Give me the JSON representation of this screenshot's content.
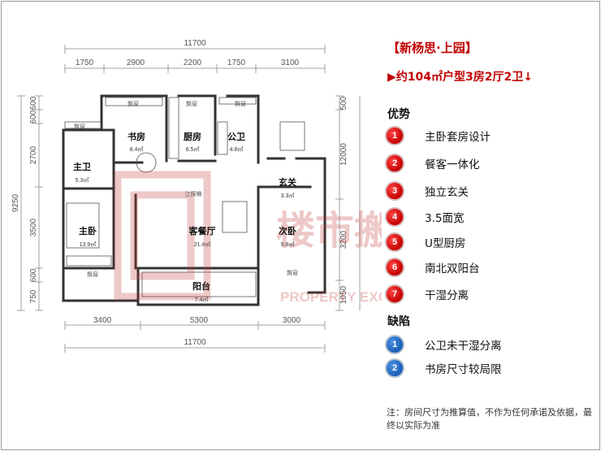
{
  "project_title": "【新杨思·上园】",
  "unit_subtitle": "▶约104㎡户型3房2厅2卫↓",
  "advantages_heading": "优势",
  "advantages": [
    {
      "num": "1",
      "text": "主卧套房设计"
    },
    {
      "num": "2",
      "text": "餐客一体化"
    },
    {
      "num": "3",
      "text": "独立玄关"
    },
    {
      "num": "4",
      "text": "3.5面宽"
    },
    {
      "num": "5",
      "text": "U型厨房"
    },
    {
      "num": "6",
      "text": "南北双阳台"
    },
    {
      "num": "7",
      "text": "干湿分离"
    }
  ],
  "defects_heading": "缺陷",
  "defects": [
    {
      "num": "1",
      "text": "公卫未干湿分离"
    },
    {
      "num": "2",
      "text": "书房尺寸较局限"
    }
  ],
  "note": "注：房间尺寸为推算值，不作为任何承诺及依据，最终以实际为准",
  "floorplan": {
    "top_total": "11700",
    "top_segments": [
      "1750",
      "2900",
      "2200",
      "1750",
      "3100"
    ],
    "bottom_segments": [
      "3400",
      "5300",
      "3000"
    ],
    "bottom_total": "11700",
    "left_total": "9250",
    "left_segments": [
      "600",
      "600",
      "2700",
      "3500",
      "600",
      "750"
    ],
    "right_segments": [
      "500",
      "12000",
      "3200",
      "1050"
    ],
    "rooms": [
      {
        "name": "书房",
        "area": "8.4㎡"
      },
      {
        "name": "厨房",
        "area": "6.5㎡"
      },
      {
        "name": "公卫",
        "area": "4.8㎡"
      },
      {
        "name": "主卫",
        "area": "5.3㎡"
      },
      {
        "name": "玄关",
        "area": "3.3㎡"
      },
      {
        "name": "主卧",
        "area": "13.9㎡"
      },
      {
        "name": "客餐厅",
        "area": "21.4㎡"
      },
      {
        "name": "次卧",
        "area": "9.8㎡"
      },
      {
        "name": "阳台",
        "area": "7.4㎡"
      }
    ],
    "window_label": "飘窗",
    "draft_label": "江探稿",
    "watermark_cn": "楼市搬家",
    "watermark_en": "PROPERTY EXCLUSIVE"
  }
}
